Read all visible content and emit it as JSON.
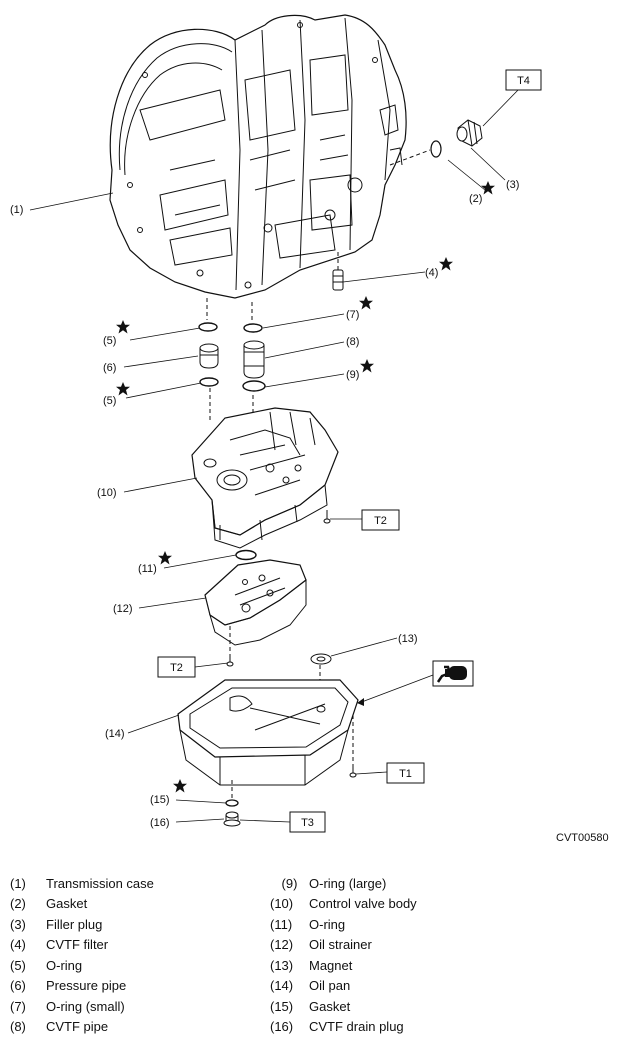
{
  "callouts": {
    "c1": "(1)",
    "c2": "(2)",
    "c3": "(3)",
    "c4": "(4)",
    "c5a": "(5)",
    "c5b": "(5)",
    "c6": "(6)",
    "c7": "(7)",
    "c8": "(8)",
    "c9": "(9)",
    "c10": "(10)",
    "c11": "(11)",
    "c12": "(12)",
    "c13": "(13)",
    "c14": "(14)",
    "c15": "(15)",
    "c16": "(16)"
  },
  "torque_tags": {
    "t1": "T1",
    "t2a": "T2",
    "t2b": "T2",
    "t3": "T3",
    "t4": "T4"
  },
  "figure_code": "CVT00580",
  "legend_left": [
    {
      "num": "(1)",
      "label": "Transmission case"
    },
    {
      "num": "(2)",
      "label": "Gasket"
    },
    {
      "num": "(3)",
      "label": "Filler plug"
    },
    {
      "num": "(4)",
      "label": "CVTF filter"
    },
    {
      "num": "(5)",
      "label": "O-ring"
    },
    {
      "num": "(6)",
      "label": "Pressure pipe"
    },
    {
      "num": "(7)",
      "label": "O-ring (small)"
    },
    {
      "num": "(8)",
      "label": "CVTF pipe"
    }
  ],
  "legend_right": [
    {
      "num": "(9)",
      "label": "O-ring (large)"
    },
    {
      "num": "(10)",
      "label": "Control valve body"
    },
    {
      "num": "(11)",
      "label": "O-ring"
    },
    {
      "num": "(12)",
      "label": "Oil strainer"
    },
    {
      "num": "(13)",
      "label": "Magnet"
    },
    {
      "num": "(14)",
      "label": "Oil pan"
    },
    {
      "num": "(15)",
      "label": "Gasket"
    },
    {
      "num": "(16)",
      "label": "CVTF drain plug"
    }
  ]
}
